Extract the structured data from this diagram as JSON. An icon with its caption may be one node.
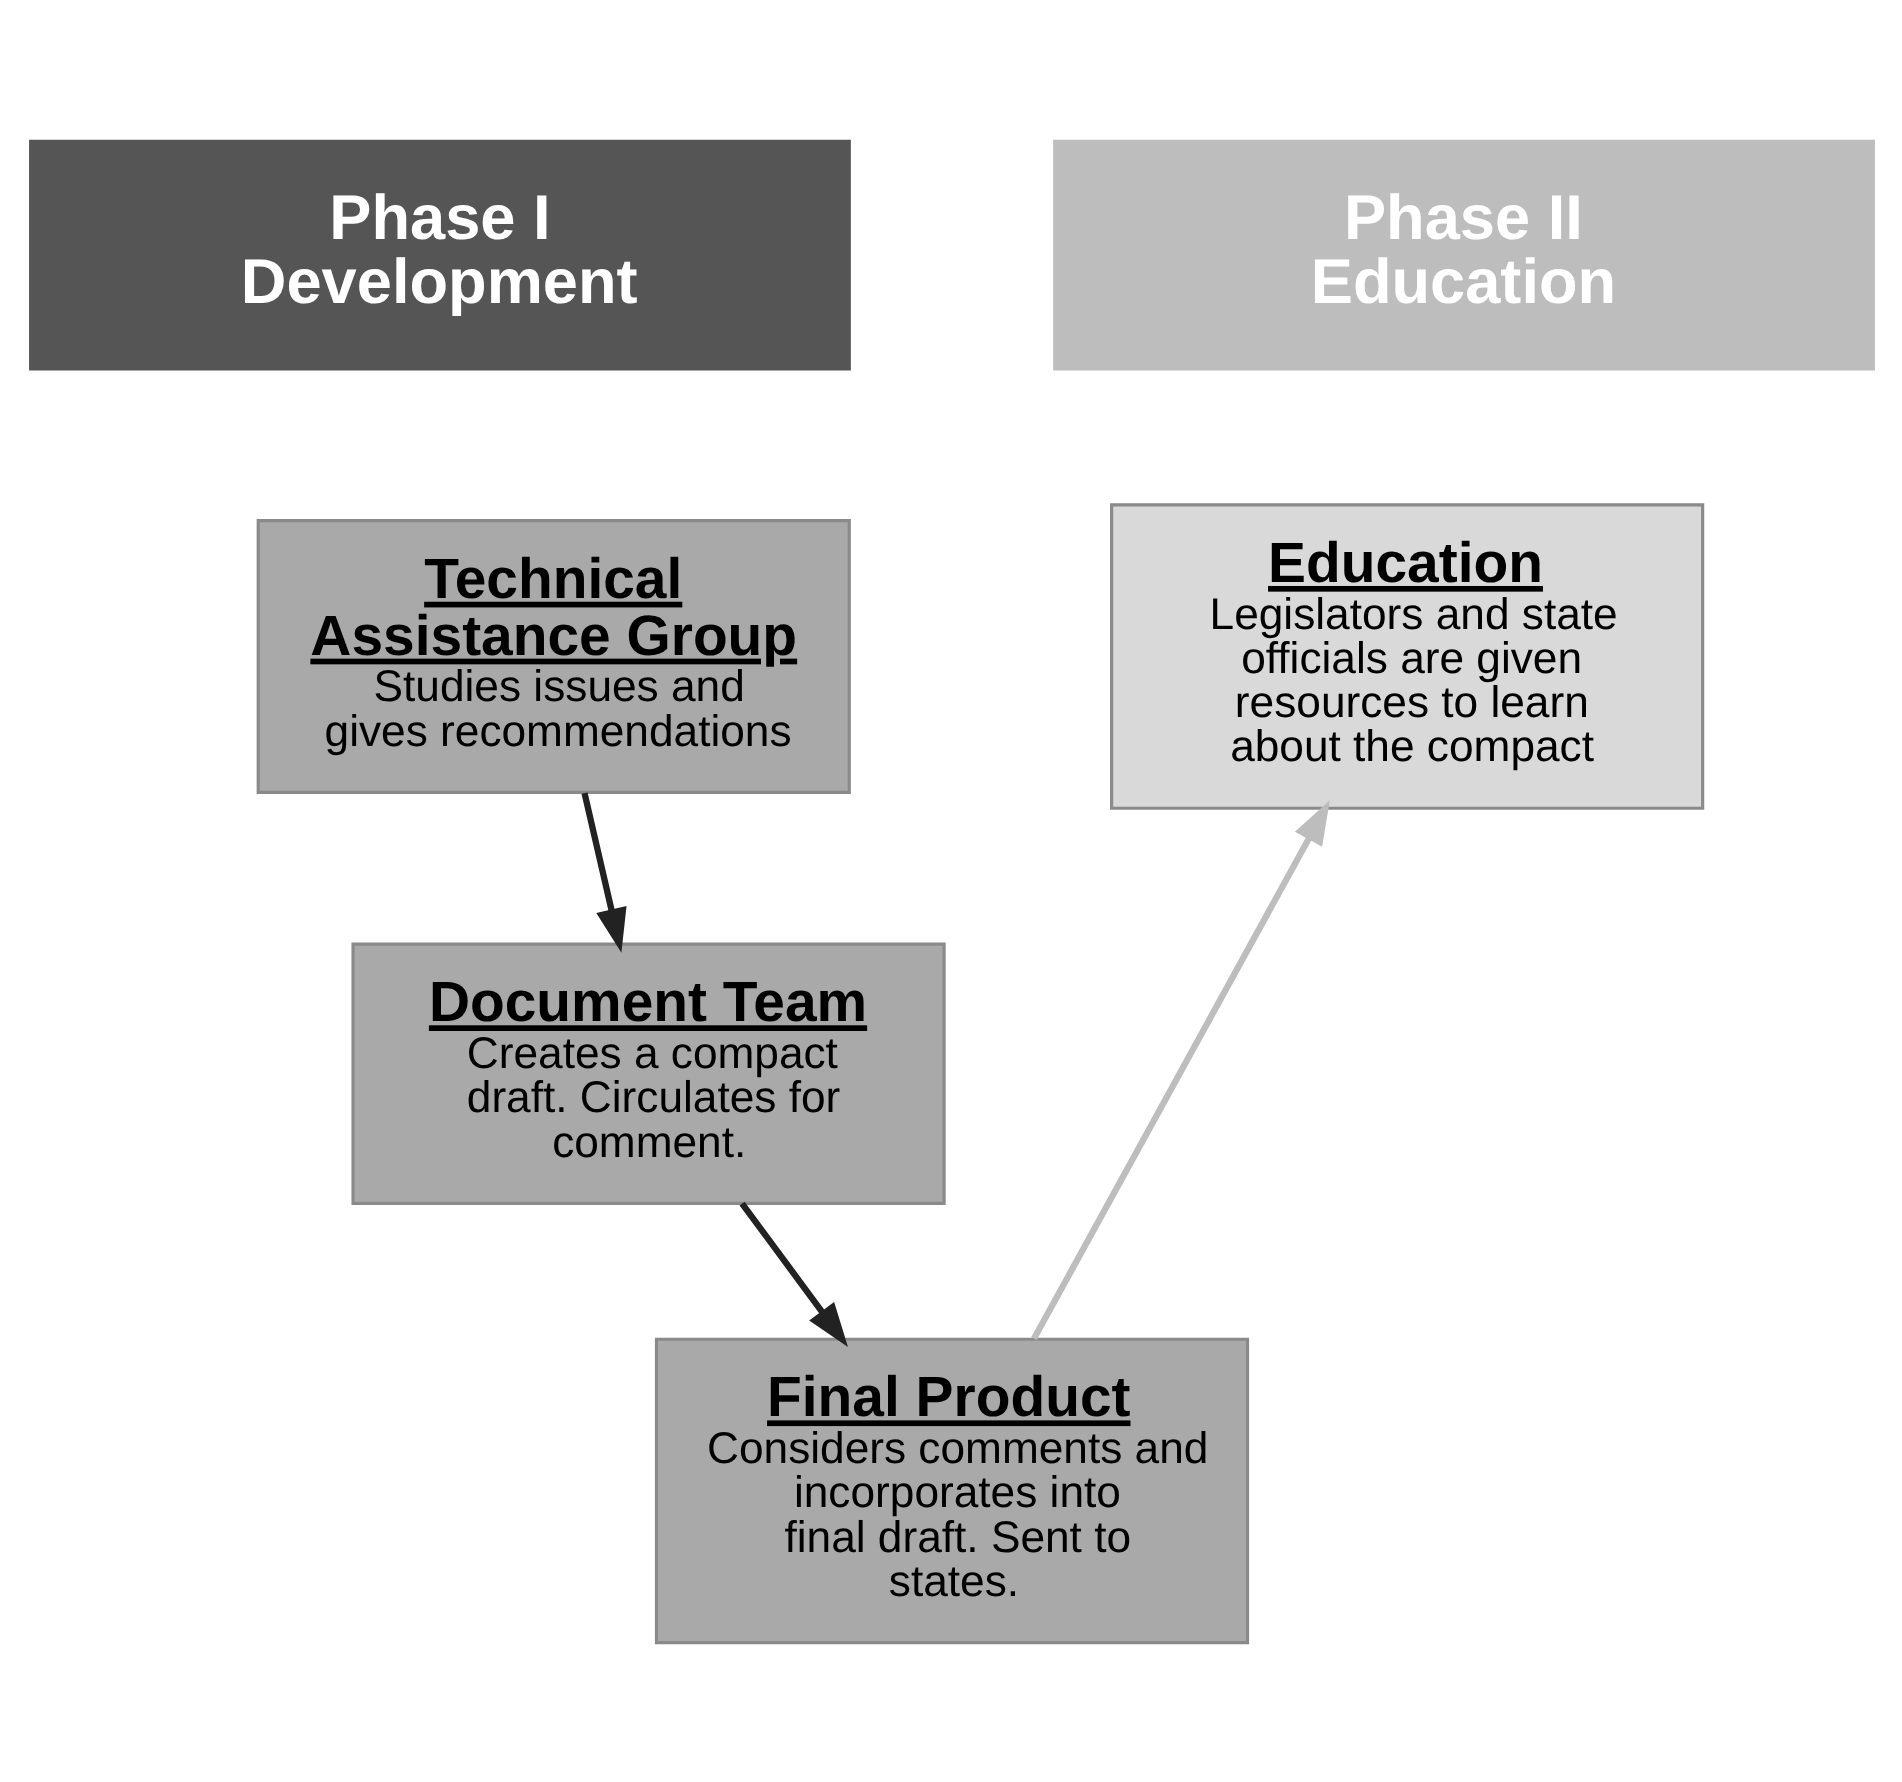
{
  "diagram": {
    "nodes": [
      {
        "text": [
          "Phase I Development"
        ]
      },
      {
        "text": [
          "Phase II Education"
        ]
      },
      {
        "text": [
          "Technical Assistance Group",
          "Studies issues and gives recommendations"
        ]
      },
      {
        "text": [
          "Document Team",
          "Creates a compact draft. Circulates for comment."
        ]
      },
      {
        "text": [
          "Final Product",
          "Considers comments and incorporates into final draft. Sent to states."
        ]
      },
      {
        "text": [
          "Education",
          "Legislators and state officials are given resources to learn about the compact"
        ]
      }
    ],
    "edges": [
      {
        "from": 2,
        "to": 3,
        "arrow": "to"
      },
      {
        "from": 3,
        "to": 4,
        "arrow": "to"
      },
      {
        "from": 4,
        "to": 5,
        "arrow": "to",
        "color": "#bdbdbd"
      }
    ]
  }
}
